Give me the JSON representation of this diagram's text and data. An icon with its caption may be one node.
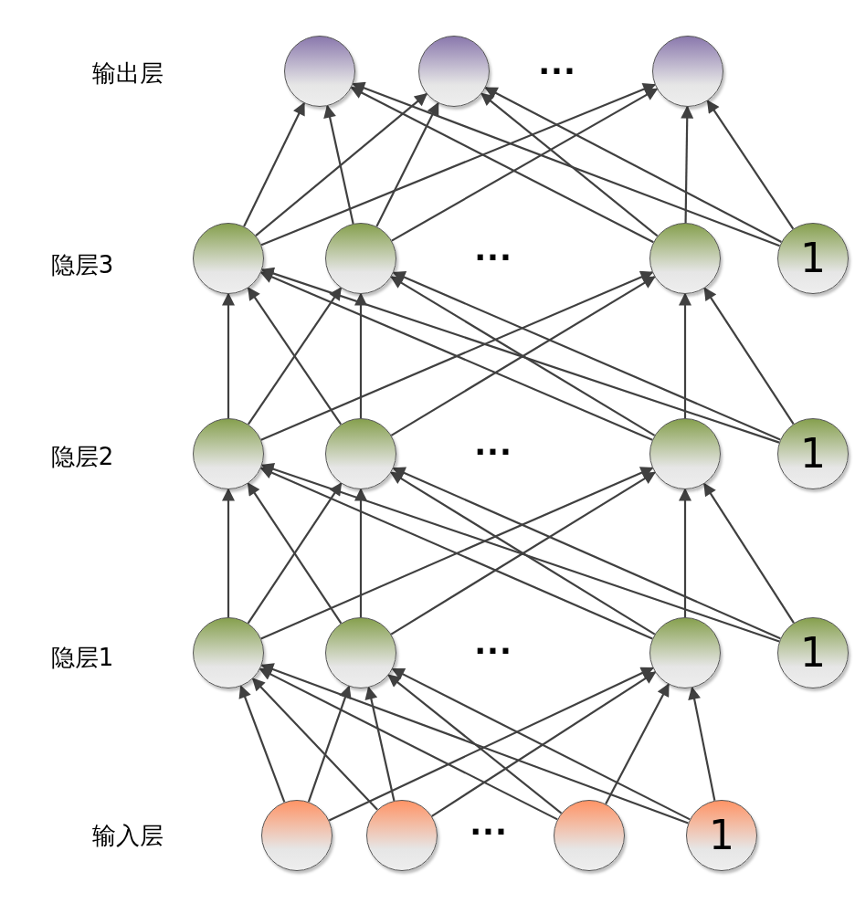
{
  "diagram": {
    "nodes": [
      {
        "text": [],
        "shape": "circle"
      },
      {
        "text": [],
        "shape": "circle"
      },
      {
        "text": [],
        "shape": "circle"
      },
      {
        "text": [],
        "shape": "circle"
      },
      {
        "text": [],
        "shape": "circle"
      },
      {
        "text": [],
        "shape": "circle"
      },
      {
        "text": [
          "1"
        ]
      },
      {
        "text": [],
        "shape": "circle"
      },
      {
        "text": [],
        "shape": "circle"
      },
      {
        "text": [],
        "shape": "circle"
      },
      {
        "text": [
          "1"
        ]
      },
      {
        "text": [],
        "shape": "circle"
      },
      {
        "text": [],
        "shape": "circle"
      },
      {
        "text": [],
        "shape": "circle"
      },
      {
        "text": [
          "1"
        ]
      },
      {
        "text": [],
        "shape": "circle"
      },
      {
        "text": [],
        "shape": "circle"
      },
      {
        "text": [],
        "shape": "circle"
      },
      {
        "text": [
          "1"
        ]
      }
    ],
    "edges": [
      {
        "from": 15,
        "to": 11,
        "arrow": "to"
      },
      {
        "from": 15,
        "to": 12,
        "arrow": "to"
      },
      {
        "from": 15,
        "to": 13,
        "arrow": "to"
      },
      {
        "from": 16,
        "to": 11,
        "arrow": "to"
      },
      {
        "from": 16,
        "to": 12,
        "arrow": "to"
      },
      {
        "from": 16,
        "to": 13,
        "arrow": "to"
      },
      {
        "from": 17,
        "to": 11,
        "arrow": "to"
      },
      {
        "from": 17,
        "to": 12,
        "arrow": "to"
      },
      {
        "from": 17,
        "to": 13,
        "arrow": "to"
      },
      {
        "from": 18,
        "to": 11,
        "arrow": "to"
      },
      {
        "from": 18,
        "to": 12,
        "arrow": "to"
      },
      {
        "from": 18,
        "to": 13,
        "arrow": "to"
      },
      {
        "from": 11,
        "to": 7,
        "arrow": "to"
      },
      {
        "from": 11,
        "to": 8,
        "arrow": "to"
      },
      {
        "from": 11,
        "to": 9,
        "arrow": "to"
      },
      {
        "from": 12,
        "to": 7,
        "arrow": "to"
      },
      {
        "from": 12,
        "to": 8,
        "arrow": "to"
      },
      {
        "from": 12,
        "to": 9,
        "arrow": "to"
      },
      {
        "from": 13,
        "to": 7,
        "arrow": "to"
      },
      {
        "from": 13,
        "to": 8,
        "arrow": "to"
      },
      {
        "from": 13,
        "to": 9,
        "arrow": "to"
      },
      {
        "from": 14,
        "to": 7,
        "arrow": "to"
      },
      {
        "from": 14,
        "to": 8,
        "arrow": "to"
      },
      {
        "from": 14,
        "to": 9,
        "arrow": "to"
      },
      {
        "from": 7,
        "to": 3,
        "arrow": "to"
      },
      {
        "from": 7,
        "to": 4,
        "arrow": "to"
      },
      {
        "from": 7,
        "to": 5,
        "arrow": "to"
      },
      {
        "from": 8,
        "to": 3,
        "arrow": "to"
      },
      {
        "from": 8,
        "to": 4,
        "arrow": "to"
      },
      {
        "from": 8,
        "to": 5,
        "arrow": "to"
      },
      {
        "from": 9,
        "to": 3,
        "arrow": "to"
      },
      {
        "from": 9,
        "to": 4,
        "arrow": "to"
      },
      {
        "from": 9,
        "to": 5,
        "arrow": "to"
      },
      {
        "from": 10,
        "to": 3,
        "arrow": "to"
      },
      {
        "from": 10,
        "to": 4,
        "arrow": "to"
      },
      {
        "from": 10,
        "to": 5,
        "arrow": "to"
      },
      {
        "from": 3,
        "to": 0,
        "arrow": "to"
      },
      {
        "from": 3,
        "to": 1,
        "arrow": "to"
      },
      {
        "from": 3,
        "to": 2,
        "arrow": "to"
      },
      {
        "from": 4,
        "to": 0,
        "arrow": "to"
      },
      {
        "from": 4,
        "to": 1,
        "arrow": "to"
      },
      {
        "from": 4,
        "to": 2,
        "arrow": "to"
      },
      {
        "from": 5,
        "to": 0,
        "arrow": "to"
      },
      {
        "from": 5,
        "to": 1,
        "arrow": "to"
      },
      {
        "from": 5,
        "to": 2,
        "arrow": "to"
      },
      {
        "from": 6,
        "to": 0,
        "arrow": "to"
      },
      {
        "from": 6,
        "to": 1,
        "arrow": "to"
      },
      {
        "from": 6,
        "to": 2,
        "arrow": "to"
      }
    ],
    "labels": [
      "输出层",
      "···",
      "隐层3",
      "···",
      "隐层2",
      "···",
      "隐层1",
      "···",
      "输入层",
      "···"
    ]
  }
}
